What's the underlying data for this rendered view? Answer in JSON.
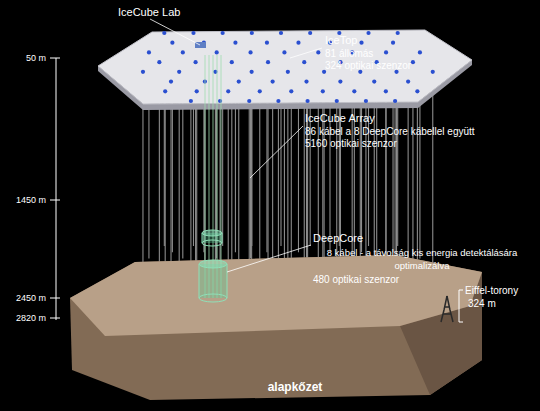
{
  "diagram": {
    "nodes": [
      {
        "text": [
          "alapkőzet"
        ]
      }
    ],
    "labels": [
      "IceCube Lab",
      "IceTop",
      "81 állomás",
      "324 optikai szenzor",
      "IceCube Array",
      "86 kábel a 8 DeepCore kábellel együtt",
      "5160 optikai szenzor",
      "DeepCore",
      "8 kábel - a távolság kis energia detektálására optimalizálva",
      "480 optikai szenzor",
      "50 m",
      "1450 m",
      "2450 m",
      "2820 m",
      "Eiffel-torony",
      "324 m"
    ]
  }
}
